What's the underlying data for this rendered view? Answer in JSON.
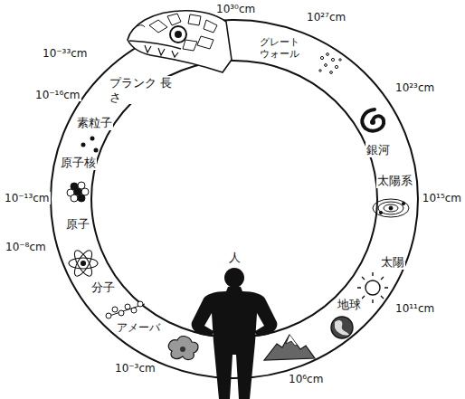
{
  "diagram": {
    "labels": [
      "10³⁰cm",
      "10²⁷cm",
      "グレート ウォール",
      "10²³cm",
      "銀河",
      "太陽系",
      "10¹⁵cm",
      "太陽",
      "10¹¹cm",
      "地球",
      "10⁶cm",
      "人",
      "アメーバ",
      "10⁻³cm",
      "分子",
      "10⁻⁸cm",
      "原子",
      "原子核",
      "10⁻¹³cm",
      "素粒子",
      "10⁻¹⁶cm",
      "プランク 長さ",
      "10⁻³³cm"
    ]
  }
}
